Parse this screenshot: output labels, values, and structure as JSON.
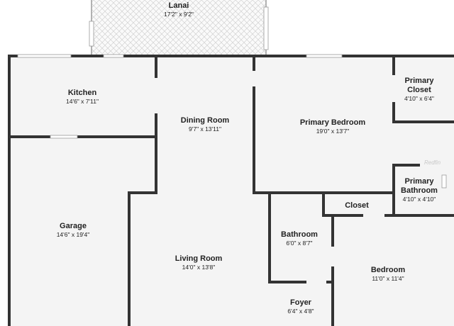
{
  "rooms": {
    "lanai": {
      "name": "Lanai",
      "dims": "17'2\" x 9'2\""
    },
    "kitchen": {
      "name": "Kitchen",
      "dims": "14'6\" x 7'11\""
    },
    "dining_room": {
      "name": "Dining Room",
      "dims": "9'7\" x 13'11\""
    },
    "primary_bedroom": {
      "name": "Primary Bedroom",
      "dims": "19'0\" x 13'7\""
    },
    "primary_closet": {
      "name_line1": "Primary",
      "name_line2": "Closet",
      "dims": "4'10\" x 6'4\""
    },
    "primary_bathroom": {
      "name_line1": "Primary",
      "name_line2": "Bathroom",
      "dims": "4'10\" x 4'10\""
    },
    "closet": {
      "name": "Closet"
    },
    "garage": {
      "name": "Garage",
      "dims": "14'6\" x 19'4\""
    },
    "bathroom": {
      "name": "Bathroom",
      "dims": "6'0\" x 8'7\""
    },
    "living_room": {
      "name": "Living Room",
      "dims": "14'0\" x 13'8\""
    },
    "bedroom": {
      "name": "Bedroom",
      "dims": "11'0\" x 11'4\""
    },
    "foyer": {
      "name": "Foyer",
      "dims": "6'4\" x 4'8\""
    }
  },
  "watermark": "Redfin",
  "colors": {
    "wall": "#333333",
    "floor": "#f4f4f4",
    "lanai_grid": "#cfcfcf",
    "window": "#ffffff"
  }
}
